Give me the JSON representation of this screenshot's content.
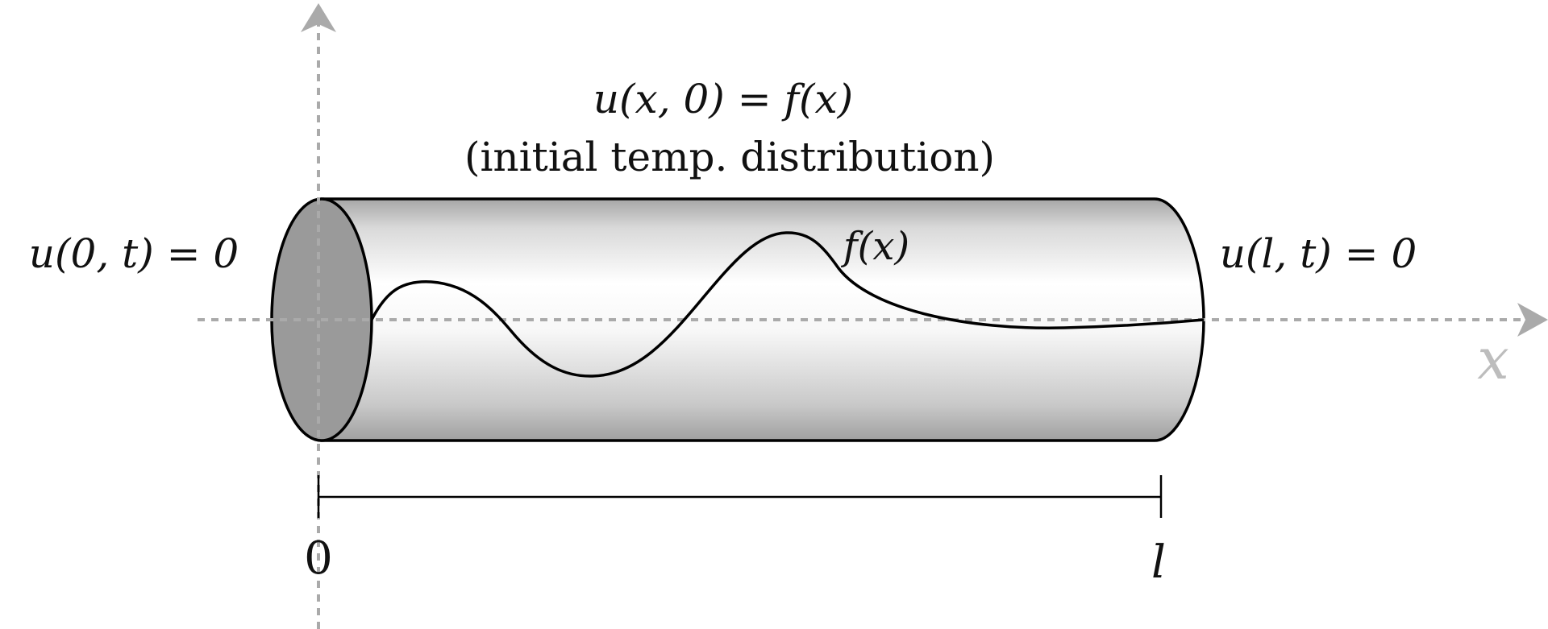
{
  "labels": {
    "initial_condition": "u(x, 0) = f(x)",
    "initial_caption": "(initial temp. distribution)",
    "left_boundary": "u(0, t) = 0",
    "right_boundary": "u(l, t) = 0",
    "curve_label": "f(x)",
    "x_axis_label": "x",
    "origin_tick": "0",
    "length_tick": "l"
  },
  "colors": {
    "axis": "#aaaaaa",
    "outline": "#000000",
    "end_cap": "#9a9a9a",
    "body_light": "#ffffff",
    "body_dark": "#9c9c9c",
    "axis_label": "#bdbdbd"
  }
}
